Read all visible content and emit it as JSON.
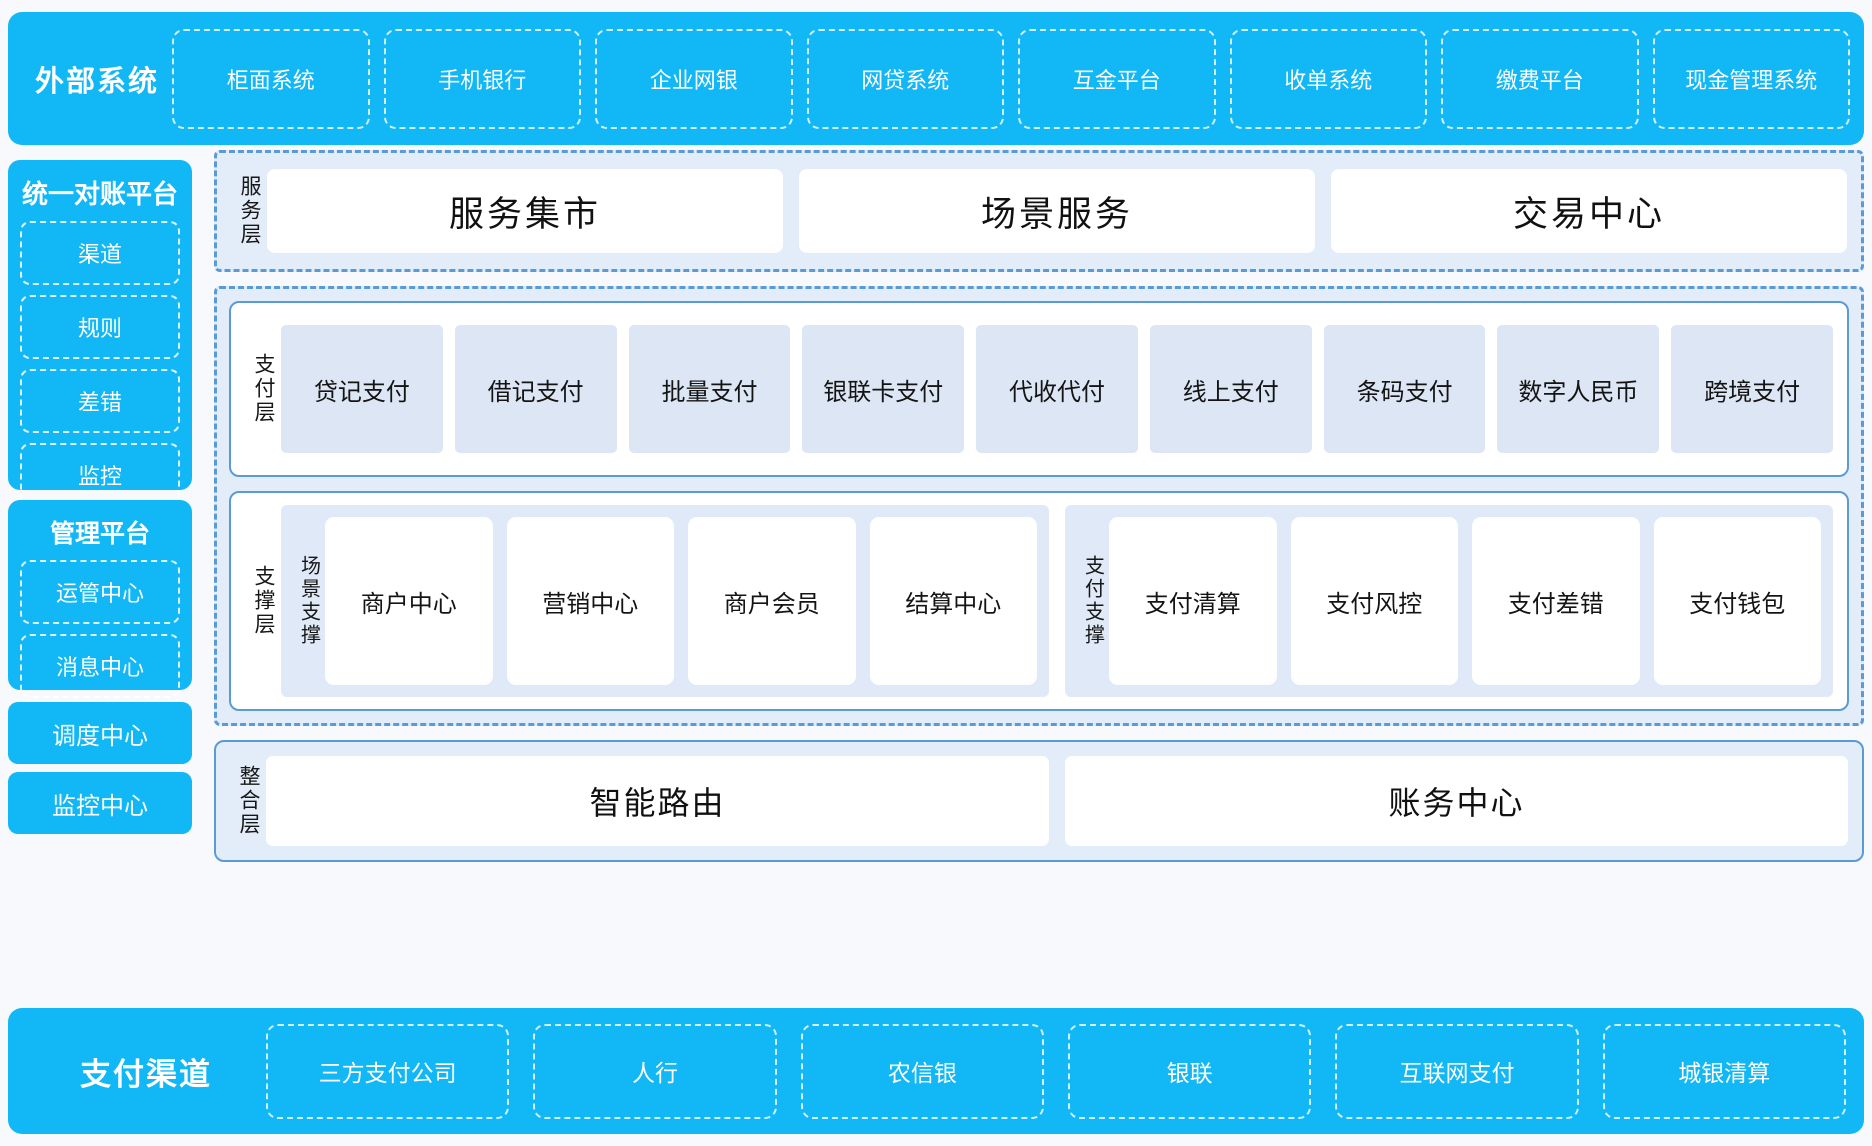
{
  "colors": {
    "brand_blue": "#12b7f5",
    "panel_border_blue": "#5b9bd5",
    "panel_bg_light": "#e3edf9",
    "card_blue": "#dce6f4",
    "page_bg": "#f7f9fc"
  },
  "external_systems": {
    "title": "外部系统",
    "items": [
      "柜面系统",
      "手机银行",
      "企业网银",
      "网贷系统",
      "互金平台",
      "收单系统",
      "缴费平台",
      "现金管理系统"
    ]
  },
  "sidebar": {
    "panels": [
      {
        "title": "统一对账平台",
        "items": [
          "渠道",
          "规则",
          "差错",
          "监控"
        ]
      },
      {
        "title": "管理平台",
        "items": [
          "运管中心",
          "消息中心"
        ]
      }
    ],
    "solo_items": [
      "调度中心",
      "监控中心"
    ]
  },
  "layers": {
    "service": {
      "label": "服务层",
      "cards": [
        "服务集市",
        "场景服务",
        "交易中心"
      ]
    },
    "payment": {
      "label": "支付层",
      "cards": [
        "贷记支付",
        "借记支付",
        "批量支付",
        "银联卡支付",
        "代收代付",
        "线上支付",
        "条码支付",
        "数字人民币",
        "跨境支付"
      ]
    },
    "support": {
      "label": "支撑层",
      "groups": [
        {
          "label": "场景支撑",
          "cards": [
            "商户中心",
            "营销中心",
            "商户会员",
            "结算中心"
          ]
        },
        {
          "label": "支付支撑",
          "cards": [
            "支付清算",
            "支付风控",
            "支付差错",
            "支付钱包"
          ]
        }
      ]
    },
    "integration": {
      "label": "整合层",
      "cards": [
        "智能路由",
        "账务中心"
      ]
    }
  },
  "payment_channels": {
    "title": "支付渠道",
    "items": [
      "三方支付公司",
      "人行",
      "农信银",
      "银联",
      "互联网支付",
      "城银清算"
    ]
  }
}
